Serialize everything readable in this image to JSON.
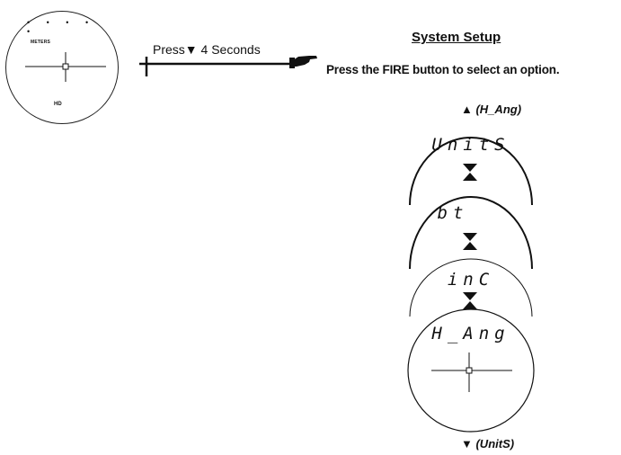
{
  "scope": {
    "dots": "• • • • •",
    "units_label": "METERS",
    "mode_label": "HD"
  },
  "instruction_arrow": {
    "label": "Press▼ 4 Seconds"
  },
  "setup": {
    "title": "System Setup",
    "instruction": "Press the FIRE button to select an option.",
    "top_nav": "▲ (H_Ang)",
    "bottom_nav": "▼ (UnitS)",
    "options": [
      {
        "display": "UnitS"
      },
      {
        "display": "bt"
      },
      {
        "display": "inC"
      },
      {
        "display": "H_Ang"
      }
    ]
  }
}
